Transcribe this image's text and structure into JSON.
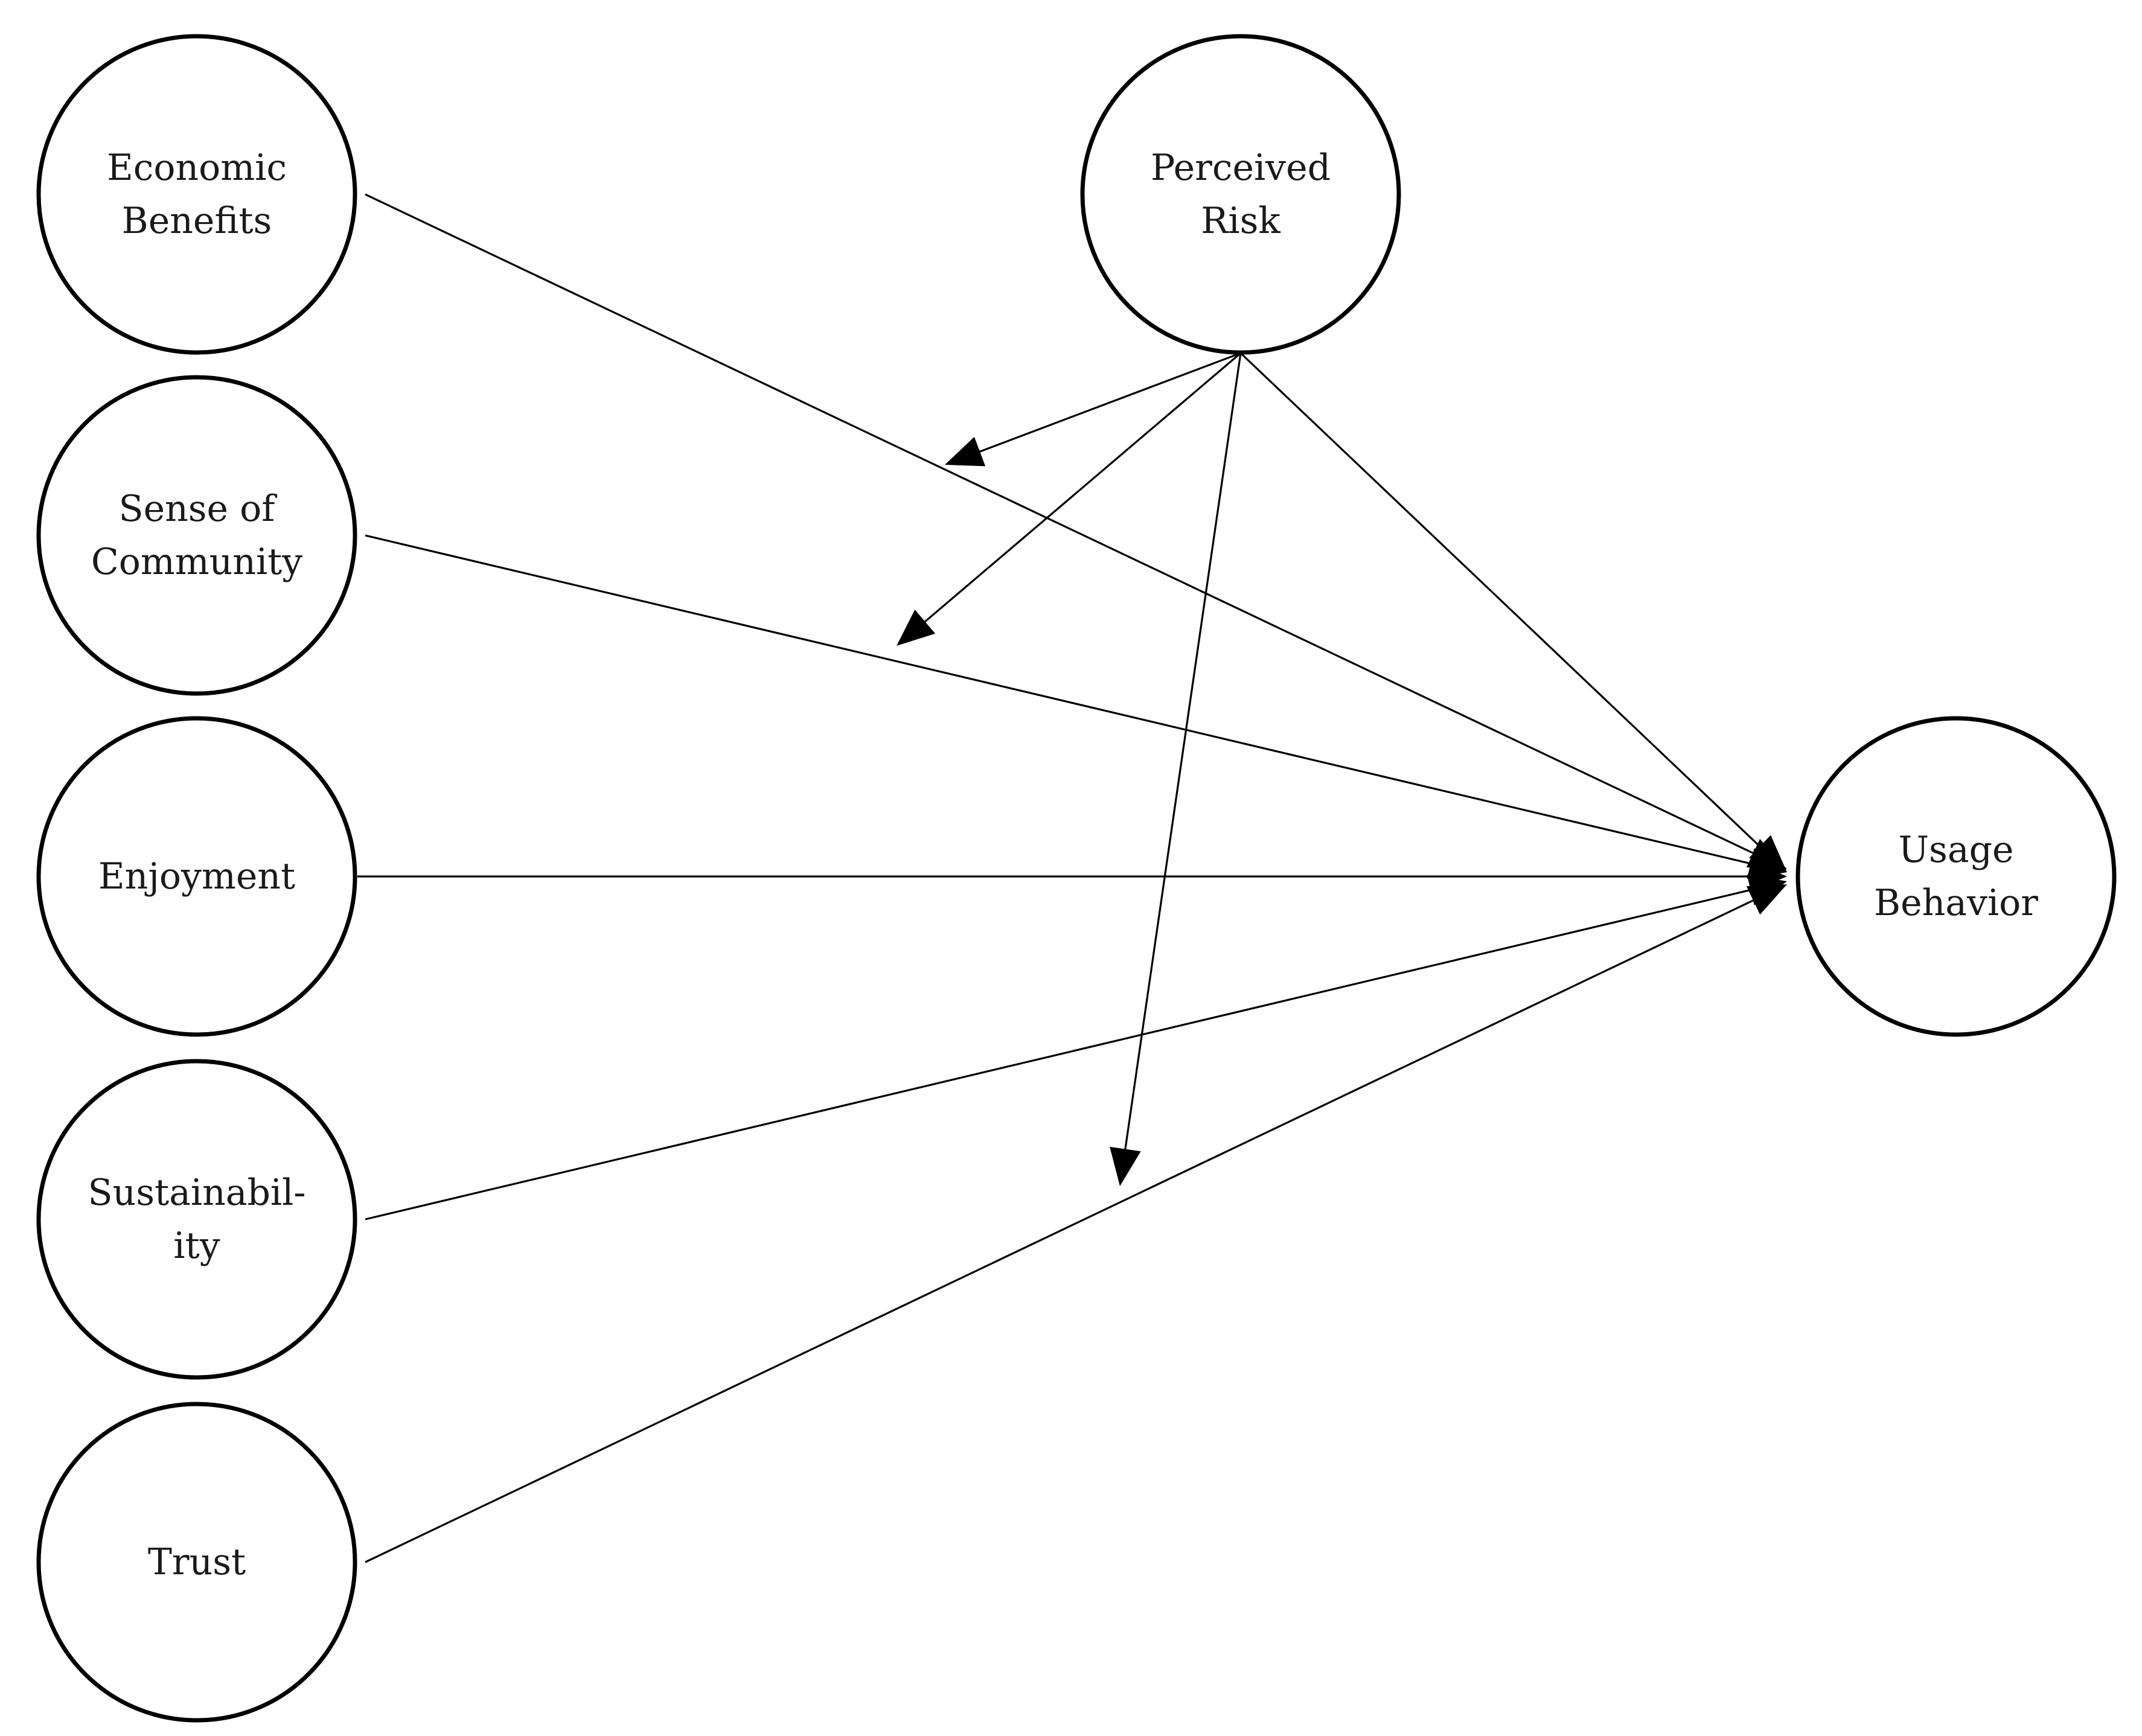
{
  "nodes": [
    {
      "id": "economic-benefits",
      "lines": [
        "Economic",
        "Benefits"
      ]
    },
    {
      "id": "sense-of-community",
      "lines": [
        "Sense of",
        "Community"
      ]
    },
    {
      "id": "enjoyment",
      "lines": [
        "Enjoyment"
      ]
    },
    {
      "id": "sustainability",
      "lines": [
        "Sustainabil-",
        "ity"
      ]
    },
    {
      "id": "trust",
      "lines": [
        "Trust"
      ]
    },
    {
      "id": "perceived-risk",
      "lines": [
        "Perceived",
        "Risk"
      ]
    },
    {
      "id": "usage-behavior",
      "lines": [
        "Usage",
        "Behavior"
      ]
    }
  ],
  "edges": [
    {
      "from": "economic-benefits",
      "to": "usage-behavior"
    },
    {
      "from": "sense-of-community",
      "to": "usage-behavior"
    },
    {
      "from": "enjoyment",
      "to": "usage-behavior"
    },
    {
      "from": "sustainability",
      "to": "usage-behavior"
    },
    {
      "from": "trust",
      "to": "usage-behavior"
    },
    {
      "from": "perceived-risk",
      "to": "usage-behavior"
    },
    {
      "from": "perceived-risk",
      "to": "economic-benefits-to-usage-behavior-path",
      "kind": "moderation"
    },
    {
      "from": "perceived-risk",
      "to": "sense-of-community-to-usage-behavior-path",
      "kind": "moderation"
    },
    {
      "from": "perceived-risk",
      "to": "sustainability-to-usage-behavior-path",
      "kind": "moderation"
    }
  ]
}
